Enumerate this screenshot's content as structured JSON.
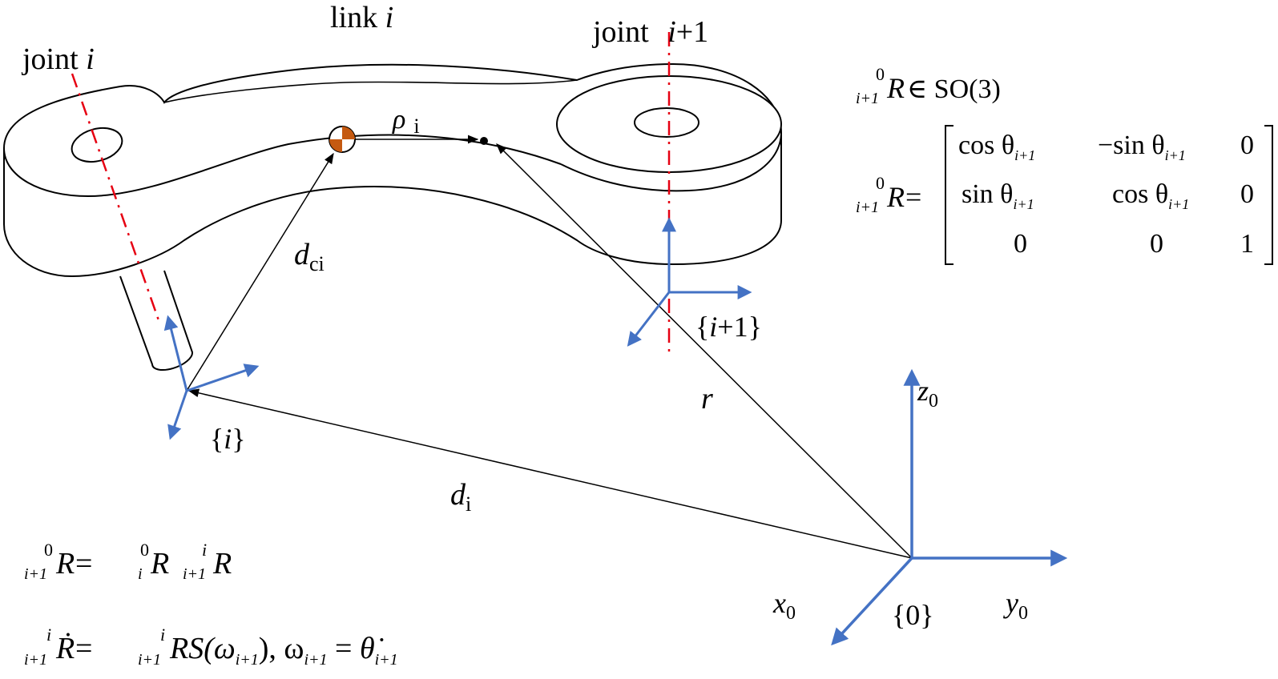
{
  "labels": {
    "joint_i": {
      "main": "joint ",
      "var": "i"
    },
    "link_i": {
      "main": "link ",
      "var": "i"
    },
    "joint_i1": {
      "main": "joint ",
      "var": "i",
      "rest": "+1"
    },
    "rho": {
      "sym": "ρ",
      "sub": "i"
    },
    "dci": {
      "sym": "d",
      "sub": "ci"
    },
    "di": {
      "sym": "d",
      "sub": "i"
    },
    "r": "r",
    "frame_i": {
      "l": "{",
      "var": "i",
      "r": "}"
    },
    "frame_i1": {
      "l": "{",
      "var": "i",
      "rest": "+1}"
    },
    "frame_0": "{0}",
    "x0": {
      "sym": "x",
      "sub": "0"
    },
    "y0": {
      "sym": "y",
      "sub": "0"
    },
    "z0": {
      "sym": "z",
      "sub": "0"
    }
  },
  "equations": {
    "so3": {
      "sup": "0",
      "sub": "i+1",
      "R": "R",
      "rest": " ∈ SO(3)"
    },
    "matrix_lhs": {
      "sup": "0",
      "sub": "i+1",
      "R": "R",
      "eq": " ="
    },
    "matrix": [
      [
        {
          "fn": "cos θ",
          "sub": "i+1"
        },
        {
          "fn": "−sin θ",
          "sub": "i+1"
        },
        {
          "fn": "0",
          "sub": ""
        }
      ],
      [
        {
          "fn": "sin θ",
          "sub": "i+1"
        },
        {
          "fn": "cos θ",
          "sub": "i+1"
        },
        {
          "fn": "0",
          "sub": ""
        }
      ],
      [
        {
          "fn": "0",
          "sub": ""
        },
        {
          "fn": "0",
          "sub": ""
        },
        {
          "fn": "1",
          "sub": ""
        }
      ]
    ],
    "chain": {
      "lhs_sup": "0",
      "lhs_sub": "i+1",
      "R": "R",
      "eq": " = ",
      "m1_sup": "0",
      "m1_sub": "i",
      "m2_sup": "i",
      "m2_sub": "i+1"
    },
    "deriv": {
      "lhs_sup": "i",
      "lhs_sub": "i+1",
      "Rdot": "Ṙ",
      "eq": " = ",
      "rhs_sup": "i",
      "rhs_sub": "i+1",
      "rhs": "RS(ω",
      "rhs_sub2": "i+1",
      "mid": "), ω",
      "mid_sub": "i+1",
      "eq2": " = ",
      "theta": "θ̇",
      "theta_sub": "i+1"
    }
  },
  "colors": {
    "axis_blue": "#4472c4",
    "joint_axis_red": "#e60012",
    "com_orange": "#c55a11",
    "line": "#000000"
  }
}
